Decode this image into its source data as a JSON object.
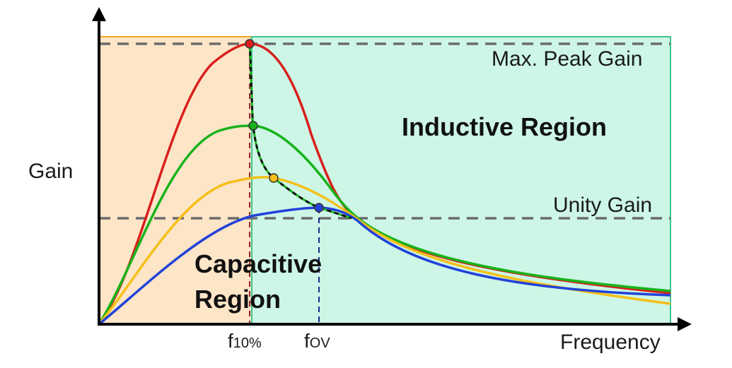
{
  "axes": {
    "y_label": "Gain",
    "x_label": "Frequency"
  },
  "regions": {
    "capacitive": {
      "line1": "Capacitive",
      "line2": "Region",
      "color": "#fde5c8",
      "border": "#f5a623"
    },
    "inductive": {
      "label": "Inductive Region",
      "color": "#cdf6e6",
      "border": "#3fc48b"
    }
  },
  "reference_lines": {
    "max_peak_gain": "Max. Peak Gain",
    "unity_gain": "Unity Gain"
  },
  "ticks": {
    "f10": {
      "main": "f",
      "sub": "10%"
    },
    "fov": {
      "main": "f",
      "sub": "OV"
    }
  },
  "colors": {
    "red": "#d9201c",
    "green": "#17b31a",
    "yellow": "#f5c018",
    "blue": "#2142d9",
    "dashed_ref": "#6b6b6b",
    "f10_marker": "#8b2a2a",
    "fov_marker": "#1a2a8a"
  },
  "curves": [
    "red",
    "green",
    "yellow",
    "blue"
  ]
}
